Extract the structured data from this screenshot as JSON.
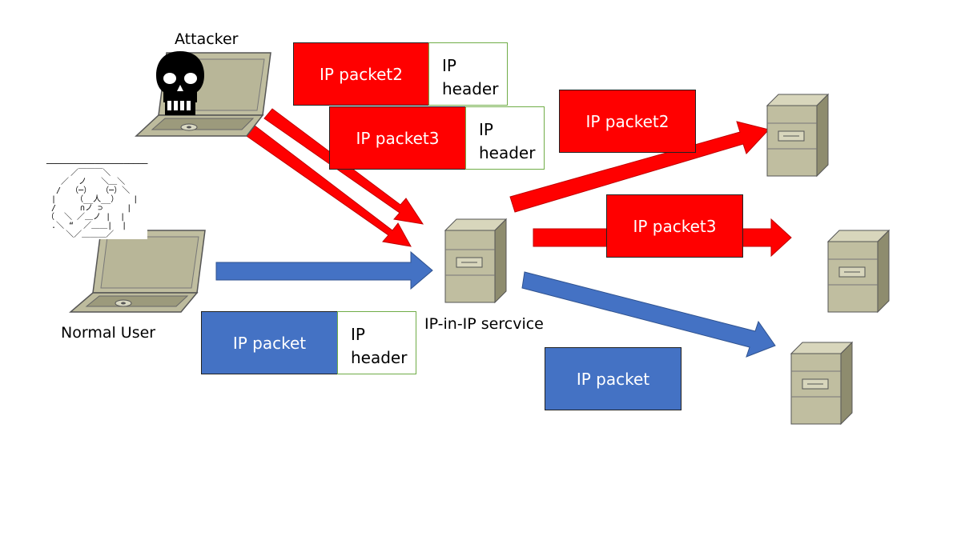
{
  "labels": {
    "attacker": "Attacker",
    "normal_user": "Normal User",
    "service": "IP-in-IP sercvice"
  },
  "packets": {
    "attacker_packet2": "IP packet2",
    "attacker_packet3": "IP packet3",
    "user_packet": "IP packet",
    "out_packet2": "IP packet2",
    "out_packet3": "IP packet3",
    "out_packet": "IP packet"
  },
  "headers": {
    "h1_line1": "IP",
    "h1_line2": "header",
    "h2_line1": "IP",
    "h2_line2": "header",
    "h3_line1": "IP",
    "h3_line2": "header"
  },
  "colors": {
    "attack": "#ff0000",
    "normal": "#4472c4",
    "server": "#c0bea0"
  },
  "icons": [
    "skull-icon",
    "laptop-icon",
    "server-icon",
    "ascii-face-icon"
  ]
}
